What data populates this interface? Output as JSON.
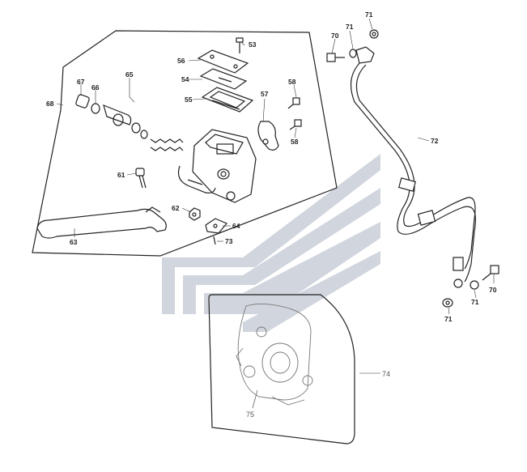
{
  "diagram": {
    "callouts": [
      {
        "id": "c53",
        "text": "53"
      },
      {
        "id": "c56",
        "text": "56"
      },
      {
        "id": "c54",
        "text": "54"
      },
      {
        "id": "c55",
        "text": "55"
      },
      {
        "id": "c67",
        "text": "67"
      },
      {
        "id": "c66",
        "text": "66"
      },
      {
        "id": "c65",
        "text": "65"
      },
      {
        "id": "c68",
        "text": "68"
      },
      {
        "id": "c58a",
        "text": "58"
      },
      {
        "id": "c57",
        "text": "57"
      },
      {
        "id": "c58b",
        "text": "58"
      },
      {
        "id": "c61",
        "text": "61"
      },
      {
        "id": "c62",
        "text": "62"
      },
      {
        "id": "c64",
        "text": "64"
      },
      {
        "id": "c73",
        "text": "73"
      },
      {
        "id": "c63",
        "text": "63"
      },
      {
        "id": "c71a",
        "text": "71"
      },
      {
        "id": "c71b",
        "text": "71"
      },
      {
        "id": "c70a",
        "text": "70"
      },
      {
        "id": "c72",
        "text": "72"
      },
      {
        "id": "c70b",
        "text": "70"
      },
      {
        "id": "c71c",
        "text": "71"
      },
      {
        "id": "c71d",
        "text": "71"
      },
      {
        "id": "c74",
        "text": "74"
      },
      {
        "id": "c75",
        "text": "75"
      }
    ],
    "colors": {
      "line": "#222222",
      "watermark": "#c9ced8",
      "faint": "#777777"
    }
  }
}
